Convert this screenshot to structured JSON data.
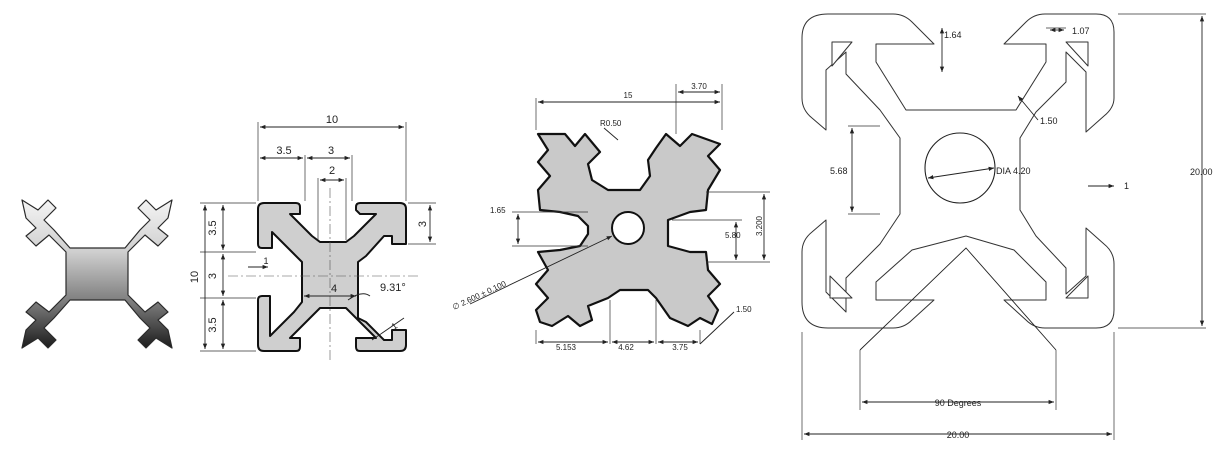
{
  "diagrams": [
    {
      "id": "render",
      "dimensions": []
    },
    {
      "id": "profile-10",
      "dimensions": {
        "width_top": "10",
        "slot_outer": "3.5",
        "slot_width": "3",
        "slot_inner": "2",
        "left_top": "3.5",
        "left_mid": "3",
        "left_bottom": "3.5",
        "left_total": "10",
        "right_slot": "3",
        "wall": "1",
        "core": "4",
        "angle": "9.31°",
        "marker": "1"
      }
    },
    {
      "id": "profile-15",
      "dimensions": {
        "width_top": "15",
        "slot_top": "3.70",
        "radius": "R0.50",
        "left_wall": "1.65",
        "right_slot": "3.200",
        "right_depth": "5.80",
        "diameter": "∅ 2.600 ± 0.100",
        "bottom_left": "5.153",
        "bottom_mid": "4.62",
        "bottom_right": "3.75",
        "corner": "1.50"
      }
    },
    {
      "id": "profile-20",
      "dimensions": {
        "slot_wall": "1.64",
        "slot_lip": "1.07",
        "fillet": "1.50",
        "core_height": "5.68",
        "bore": "DIA 4.20",
        "lip": "1",
        "height": "20.00",
        "angle": "90 Degrees",
        "width": "20.00"
      }
    }
  ]
}
